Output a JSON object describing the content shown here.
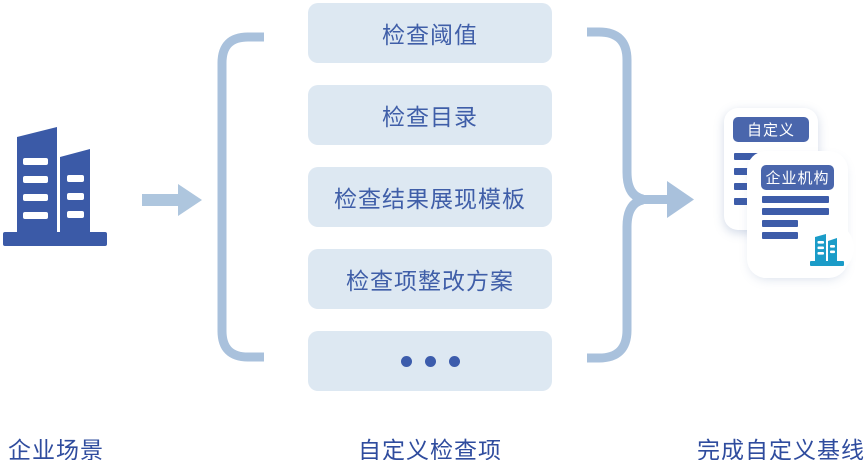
{
  "captions": {
    "left": "企业场景",
    "middle": "自定义检查项",
    "right": "完成自定义基线"
  },
  "check_items": [
    "检查阈值",
    "检查目录",
    "检查结果展现模板",
    "检查项整改方案"
  ],
  "docs": {
    "back_label": "自定义",
    "front_label": "企业机构"
  },
  "colors": {
    "box_fill": "#dde8f2",
    "box_text": "#3f5ea8",
    "caption_text": "#2f4c9e",
    "connector": "#a9c1dc",
    "building_blue": "#3b5aa7",
    "card_header": "#4a66ac",
    "doc_line": "#3d5ca9",
    "building_cyan": "#1b9cc8"
  }
}
